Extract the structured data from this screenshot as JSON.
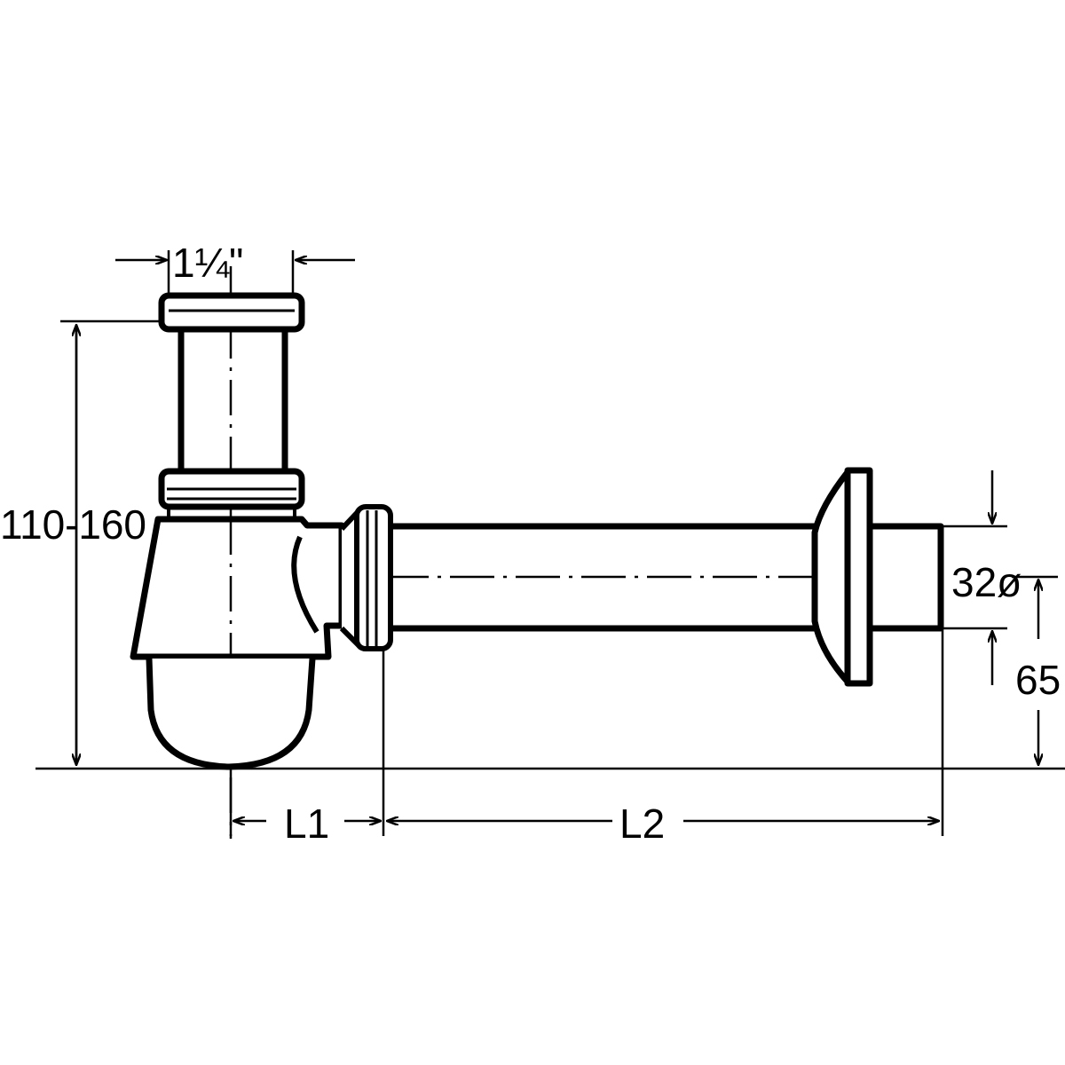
{
  "dimensions": {
    "thread_size": "1¼\"",
    "height_range": "110-160",
    "pipe_diameter": "32ø",
    "wall_height": "65",
    "length_1": "L1",
    "length_2": "L2"
  },
  "colors": {
    "line": "#000000",
    "background": "#ffffff"
  }
}
